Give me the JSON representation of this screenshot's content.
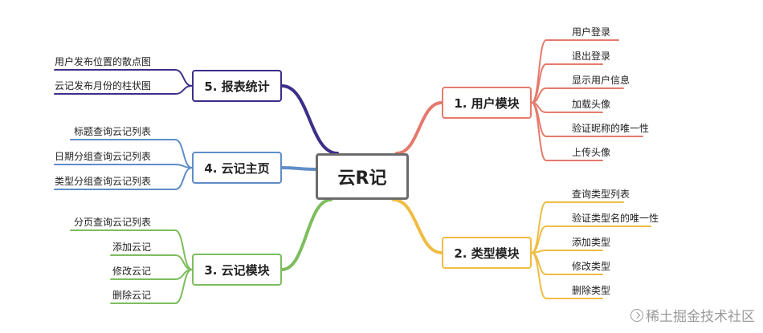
{
  "central": {
    "label": "云R记",
    "color": "#6b6b6b"
  },
  "branches": [
    {
      "id": "user",
      "label": "1. 用户模块",
      "color": "#e57a6c",
      "children": [
        "用户登录",
        "退出登录",
        "显示用户信息",
        "加载头像",
        "验证昵称的唯一性",
        "上传头像"
      ]
    },
    {
      "id": "type",
      "label": "2. 类型模块",
      "color": "#efbd44",
      "children": [
        "查询类型列表",
        "验证类型名的唯一性",
        "添加类型",
        "修改类型",
        "删除类型"
      ]
    },
    {
      "id": "note",
      "label": "3. 云记模块",
      "color": "#7dbd5d",
      "children": [
        "分页查询云记列表",
        "添加云记",
        "修改云记",
        "删除云记"
      ]
    },
    {
      "id": "home",
      "label": "4. 云记主页",
      "color": "#5f8dc7",
      "children": [
        "标题查询云记列表",
        "日期分组查询云记列表",
        "类型分组查询云记列表"
      ]
    },
    {
      "id": "report",
      "label": "5. 报表统计",
      "color": "#3b2f8a",
      "children": [
        "用户发布位置的散点图",
        "云记发布月份的柱状图"
      ]
    }
  ],
  "watermark": "稀土掘金技术社区"
}
